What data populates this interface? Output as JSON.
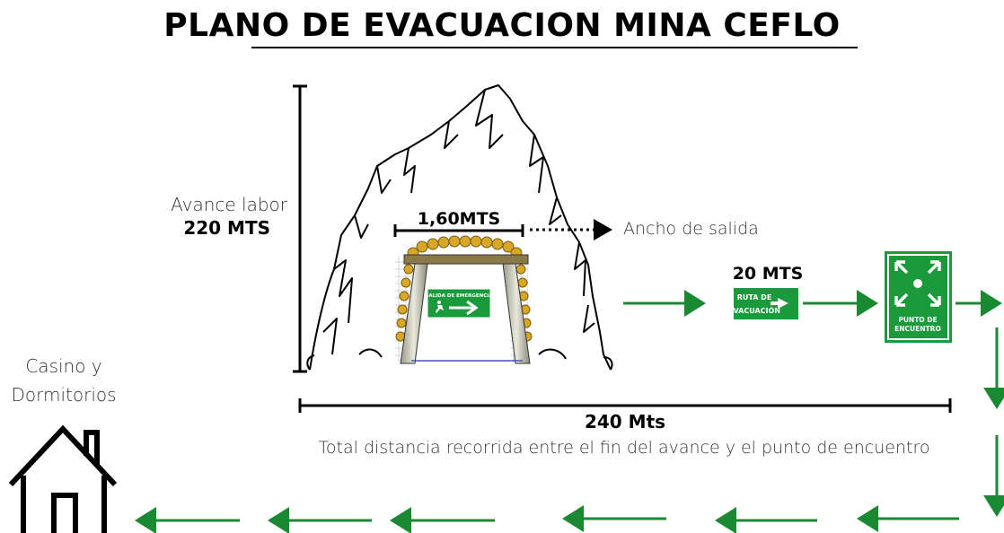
{
  "title": "PLANO DE EVACUACION MINA CEFLO",
  "vertical_measure": {
    "label": "Avance labor",
    "value": "220 MTS"
  },
  "exit_width": {
    "value": "1,60MTS",
    "label": "Ancho de salida"
  },
  "exit_sign": {
    "text": "SALIDA DE EMERGENCIA"
  },
  "route_segment": {
    "distance": "20 MTS",
    "sign_line1": "RUTA DE",
    "sign_line2": "EVACUACIÓN"
  },
  "meeting_point": {
    "line1": "PUNTO DE",
    "line2": "ENCUENTRO"
  },
  "total": {
    "value": "240 Mts",
    "description": "Total distancia recorrida entre el fin del avance y el punto de encuentro"
  },
  "destination": {
    "line1": "Casino y",
    "line2": "Dormitorios"
  },
  "colors": {
    "arrow": "#1a8a32",
    "sign_green": "#1a9a3a",
    "text": "#000000"
  }
}
